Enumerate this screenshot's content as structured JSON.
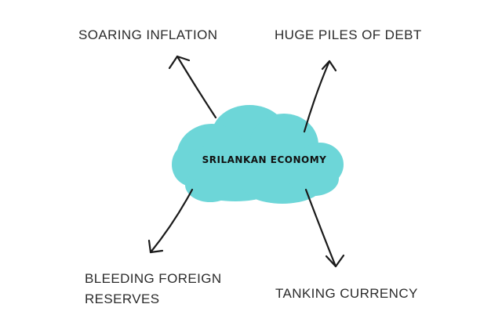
{
  "diagram": {
    "center": {
      "label": "SRILANKAN ECONOMY",
      "shape": "cloud",
      "fill_color": "#6dd6d8"
    },
    "branches": [
      {
        "id": "top-left",
        "label": "SOARING INFLATION"
      },
      {
        "id": "top-right",
        "label": "HUGE PILES OF DEBT"
      },
      {
        "id": "bottom-left",
        "label_line1": "BLEEDING FOREIGN",
        "label_line2": "RESERVES"
      },
      {
        "id": "bottom-right",
        "label": "TANKING CURRENCY"
      }
    ],
    "arrow_color": "#1a1a1a",
    "text_color": "#2b2b2b"
  }
}
